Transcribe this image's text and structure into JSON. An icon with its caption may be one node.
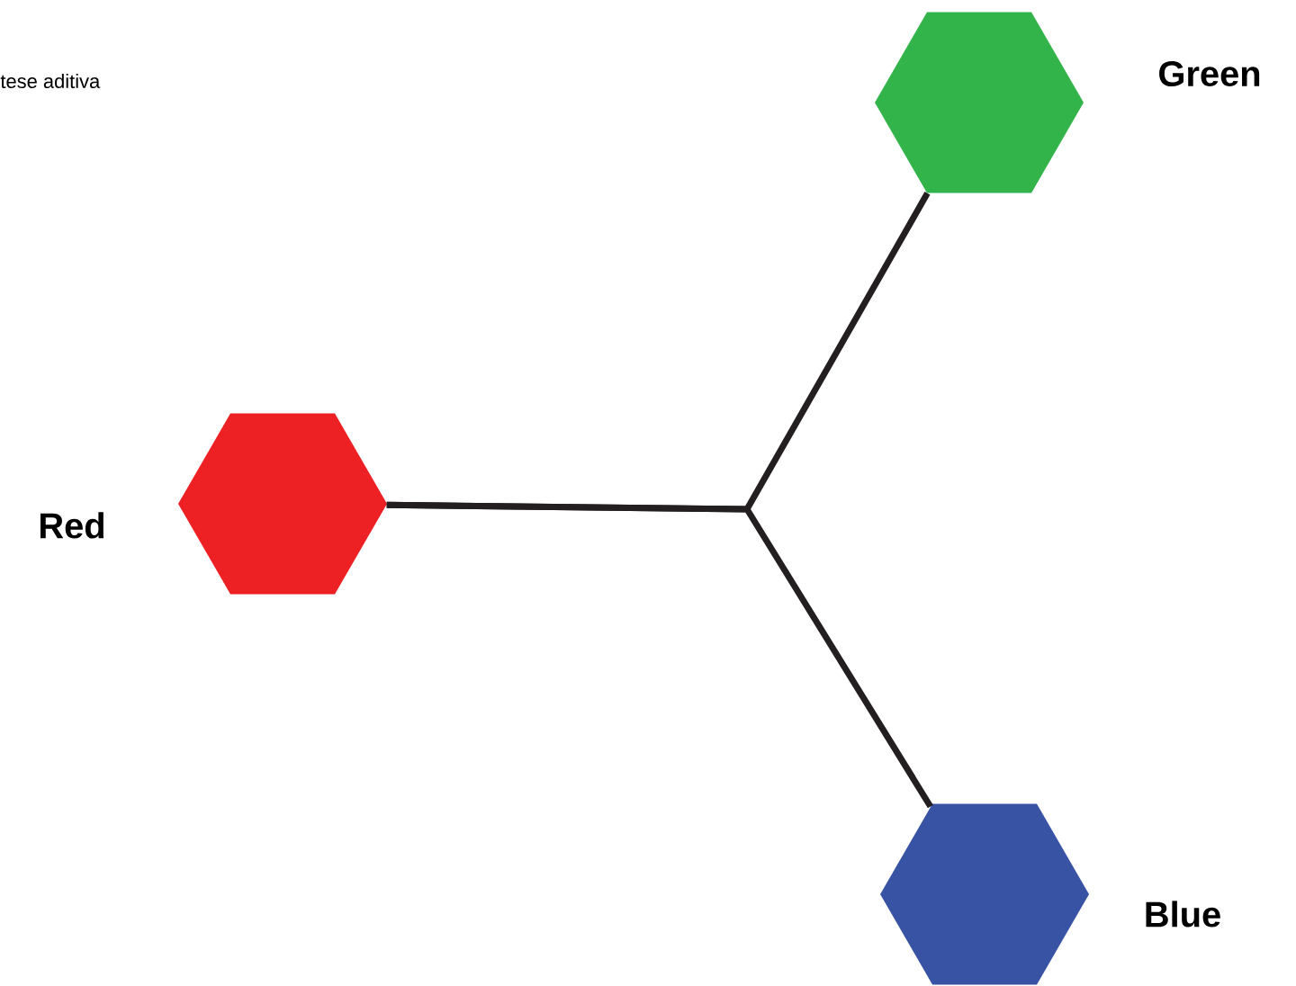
{
  "diagram": {
    "nodes": [
      {
        "text": [
          "Red"
        ]
      },
      {
        "text": [
          "Green"
        ]
      },
      {
        "text": [
          "Blue"
        ]
      }
    ],
    "edges": [
      {
        "from": 0,
        "to": 1,
        "arrow": "none"
      },
      {
        "from": 0,
        "to": 2,
        "arrow": "none"
      }
    ],
    "labels": [
      "tese aditiva"
    ]
  }
}
